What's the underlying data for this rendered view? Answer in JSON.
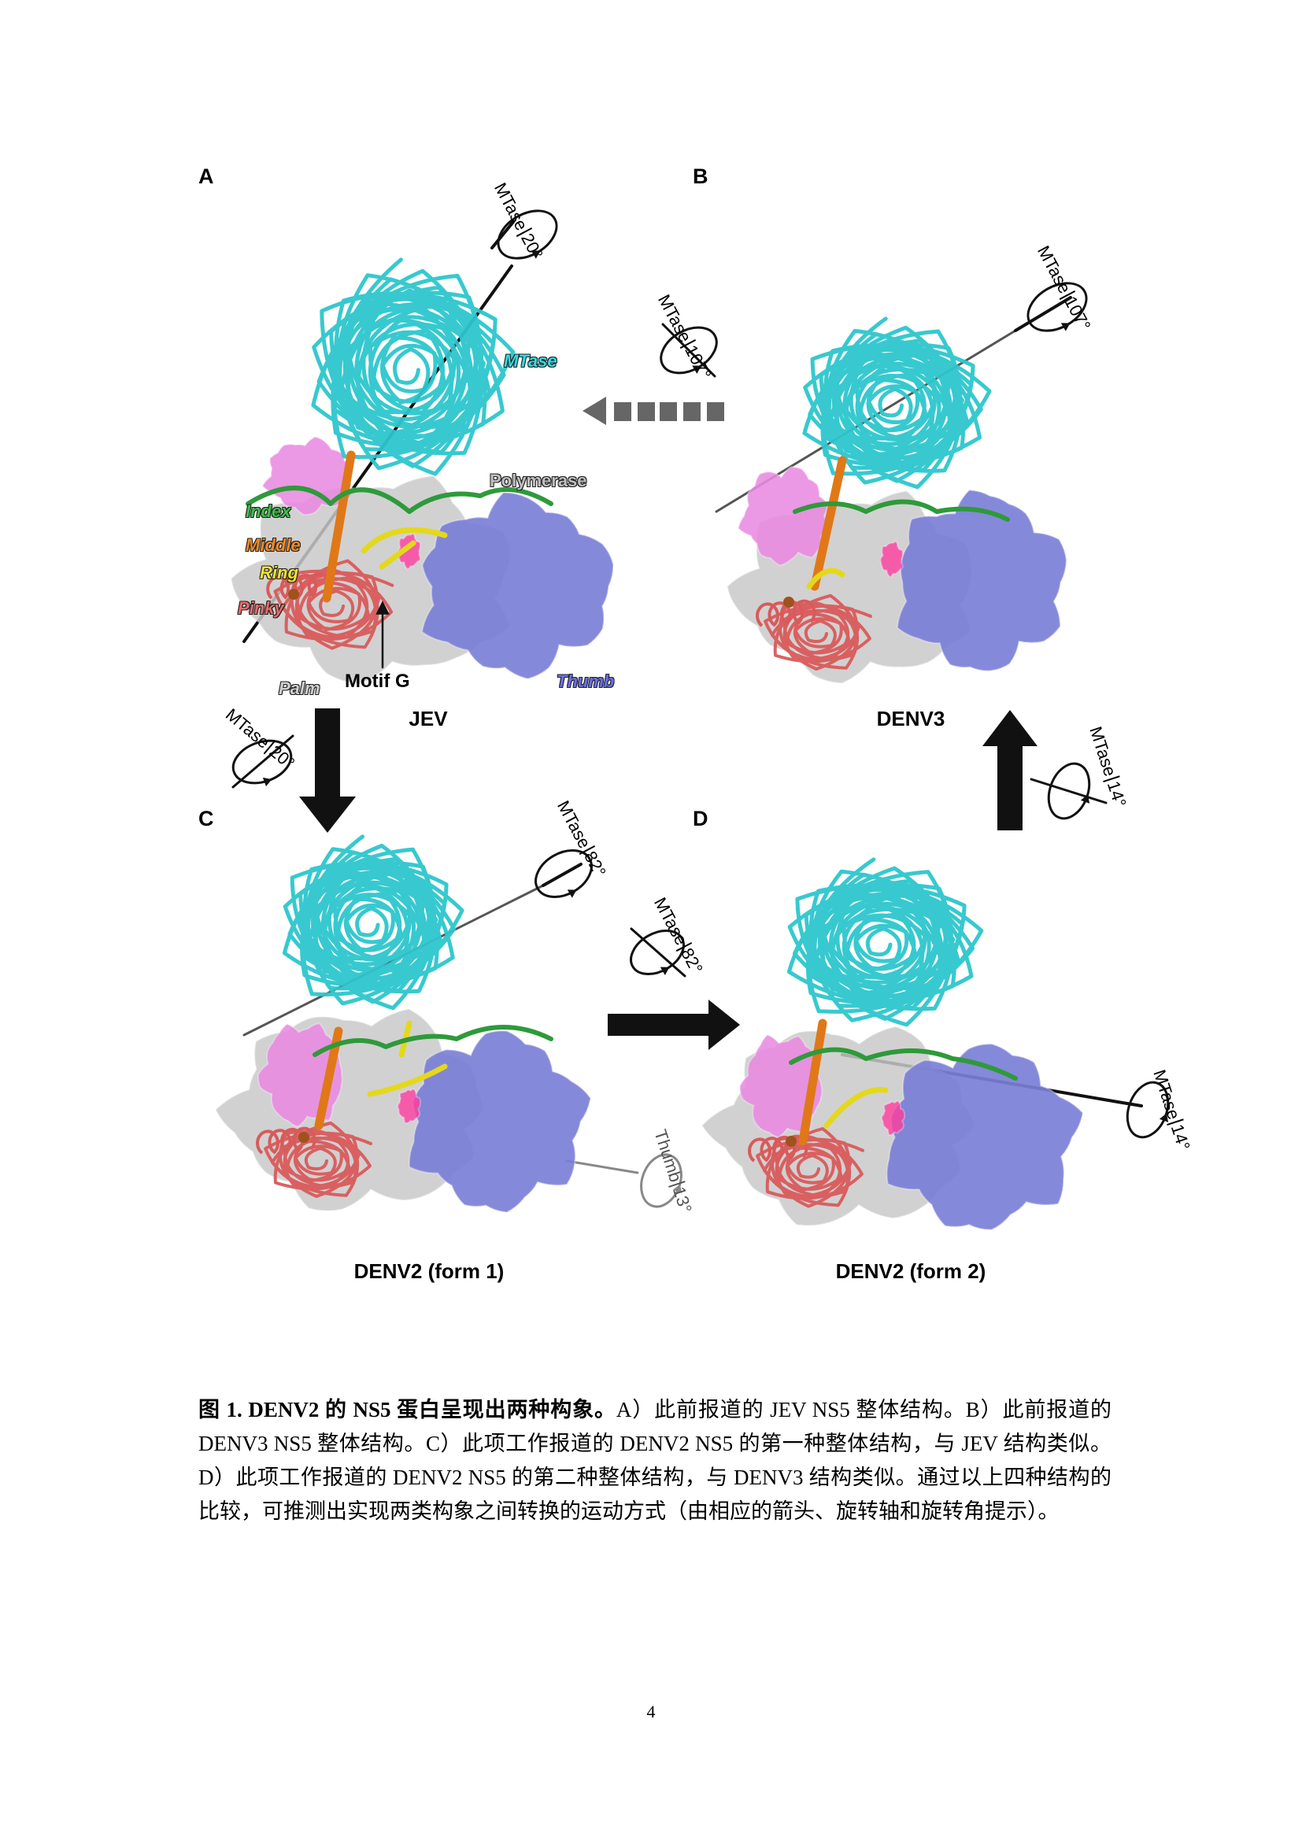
{
  "figure": {
    "panels": [
      {
        "letter": "A",
        "protein": "JEV"
      },
      {
        "letter": "B",
        "protein": "DENV3"
      },
      {
        "letter": "C",
        "protein": "DENV2 (form 1)"
      },
      {
        "letter": "D",
        "protein": "DENV2 (form 2)"
      }
    ],
    "domain_labels": {
      "mtase": "MTase",
      "polymerase": "Polymerase",
      "index": "Index",
      "middle": "Middle",
      "ring": "Ring",
      "pinky": "Pinky",
      "palm": "Palm",
      "thumb": "Thumb",
      "motif_g": "Motif G"
    },
    "rotations": [
      {
        "domain": "MTase",
        "angle": "20°"
      },
      {
        "domain": "MTase",
        "angle": "107°"
      },
      {
        "domain": "MTase",
        "angle": "107°"
      },
      {
        "domain": "MTase",
        "angle": "20°"
      },
      {
        "domain": "MTase",
        "angle": "14°"
      },
      {
        "domain": "MTase",
        "angle": "82°"
      },
      {
        "domain": "MTase",
        "angle": "82°"
      },
      {
        "domain": "Thumb",
        "angle": "13°"
      },
      {
        "domain": "MTase",
        "angle": "14°"
      }
    ],
    "colors": {
      "mtase": "#2cc6cc",
      "palm": "#c9c9c9",
      "thumb": "#7b7fd6",
      "index": "#2e9a3a",
      "middle": "#e07818",
      "ring": "#e4d81c",
      "pinky": "#d95a5a",
      "extension": "#e98ae2"
    }
  },
  "caption": {
    "lead": "图 1. DENV2 的 NS5 蛋白呈现出两种构象。",
    "body": "A）此前报道的 JEV NS5 整体结构。B）此前报道的 DENV3 NS5 整体结构。C）此项工作报道的 DENV2 NS5 的第一种整体结构，与 JEV 结构类似。D）此项工作报道的 DENV2 NS5 的第二种整体结构，与 DENV3 结构类似。通过以上四种结构的比较，可推测出实现两类构象之间转换的运动方式（由相应的箭头、旋转轴和旋转角提示）。"
  },
  "page_number": "4"
}
